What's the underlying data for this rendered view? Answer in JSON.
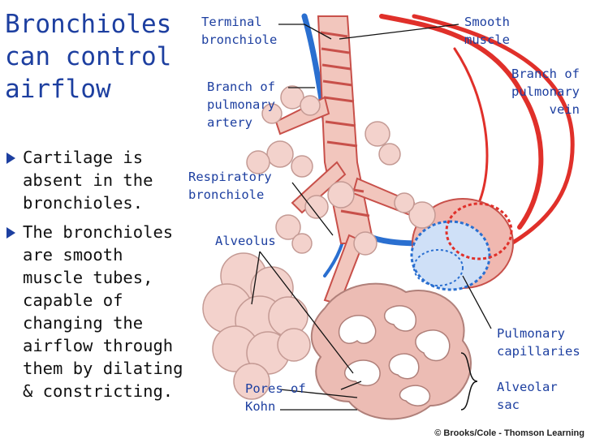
{
  "title": {
    "lines": [
      "Bronchioles",
      "can control",
      "airflow"
    ]
  },
  "bullets": [
    {
      "lines": [
        "Cartilage is",
        "absent in the",
        "bronchioles."
      ]
    },
    {
      "lines": [
        "The bronchioles",
        "are smooth",
        "muscle tubes,",
        "capable of",
        "changing the",
        "airflow through",
        "them by dilating",
        "& constricting."
      ]
    }
  ],
  "labels": {
    "terminal_bronchiole": [
      "Terminal",
      "bronchiole"
    ],
    "smooth_muscle": [
      "Smooth",
      "muscle"
    ],
    "branch_pulmonary_vein": [
      "Branch of",
      "pulmonary",
      "vein"
    ],
    "branch_pulmonary_artery": [
      "Branch of",
      "pulmonary",
      "artery"
    ],
    "respiratory_bronchiole": [
      "Respiratory",
      "bronchiole"
    ],
    "alveolus": [
      "Alveolus"
    ],
    "pulmonary_capillaries": [
      "Pulmonary",
      "capillaries"
    ],
    "alveolar_sac": [
      "Alveolar",
      "sac"
    ],
    "pores_of_kohn": [
      "Pores of",
      "Kohn"
    ]
  },
  "credit": "© Brooks/Cole - Thomson Learning",
  "colors": {
    "title": "#1d3fa0",
    "artery": "#2a6fd0",
    "vein": "#e0302a",
    "tissue": "#f2c6bd",
    "muscle": "#c8504a"
  }
}
